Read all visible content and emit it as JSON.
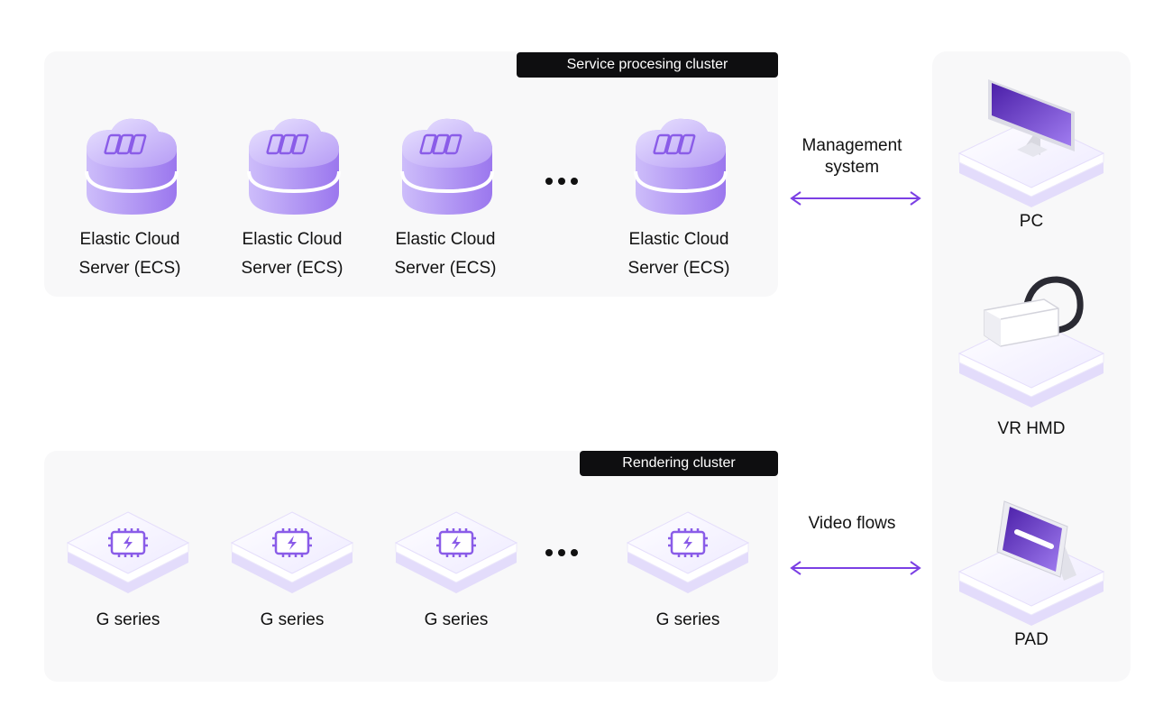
{
  "service_cluster": {
    "title": "Service procesing cluster",
    "nodes": [
      {
        "label_line1": "Elastic Cloud",
        "label_line2": "Server (ECS)"
      },
      {
        "label_line1": "Elastic Cloud",
        "label_line2": "Server (ECS)"
      },
      {
        "label_line1": "Elastic Cloud",
        "label_line2": "Server (ECS)"
      },
      {
        "label_line1": "Elastic Cloud",
        "label_line2": "Server (ECS)"
      }
    ]
  },
  "rendering_cluster": {
    "title": "Rendering cluster",
    "nodes": [
      {
        "label": "G series"
      },
      {
        "label": "G series"
      },
      {
        "label": "G series"
      },
      {
        "label": "G series"
      }
    ]
  },
  "connections": {
    "management_line1": "Management",
    "management_line2": "system",
    "video": "Video flows"
  },
  "devices": [
    {
      "label": "PC",
      "icon": "pc-monitor-icon"
    },
    {
      "label": "VR HMD",
      "icon": "vr-headset-icon"
    },
    {
      "label": "PAD",
      "icon": "tablet-icon"
    }
  ],
  "colors": {
    "accent": "#7b3fe4",
    "badge": "#0e0e10",
    "panel": "#f8f8f9"
  }
}
